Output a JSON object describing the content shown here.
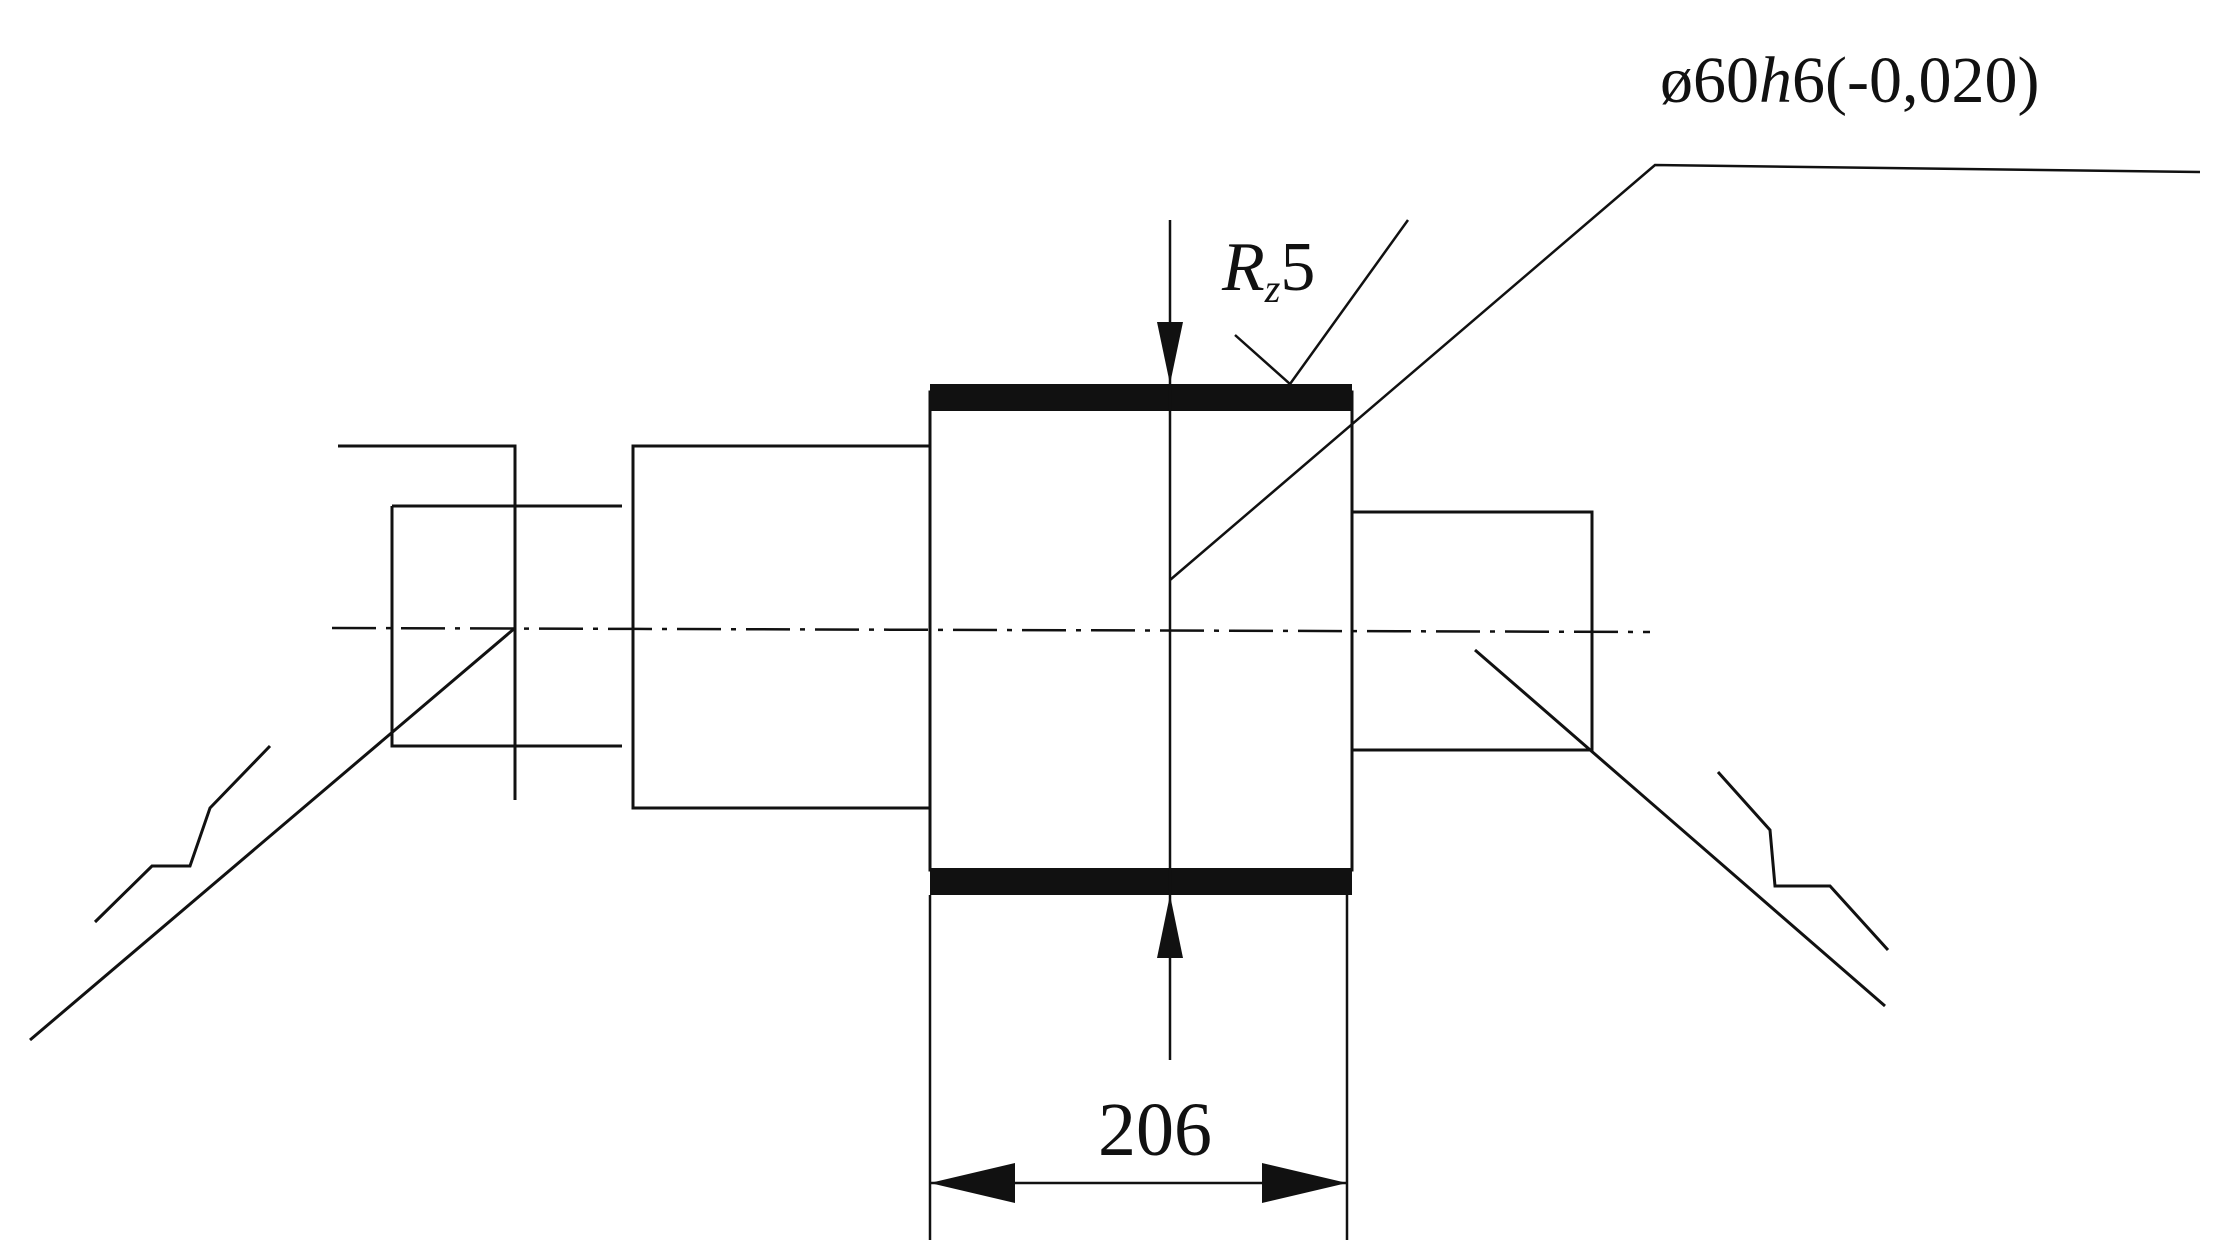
{
  "annotations": {
    "diameter_prefix": "ø60",
    "fit_letter": "h",
    "fit_grade": "6",
    "tolerance": "(-0,020)",
    "roughness_symbol": "R",
    "roughness_subscript": "z",
    "roughness_value": "5",
    "width_dimension": "206"
  }
}
